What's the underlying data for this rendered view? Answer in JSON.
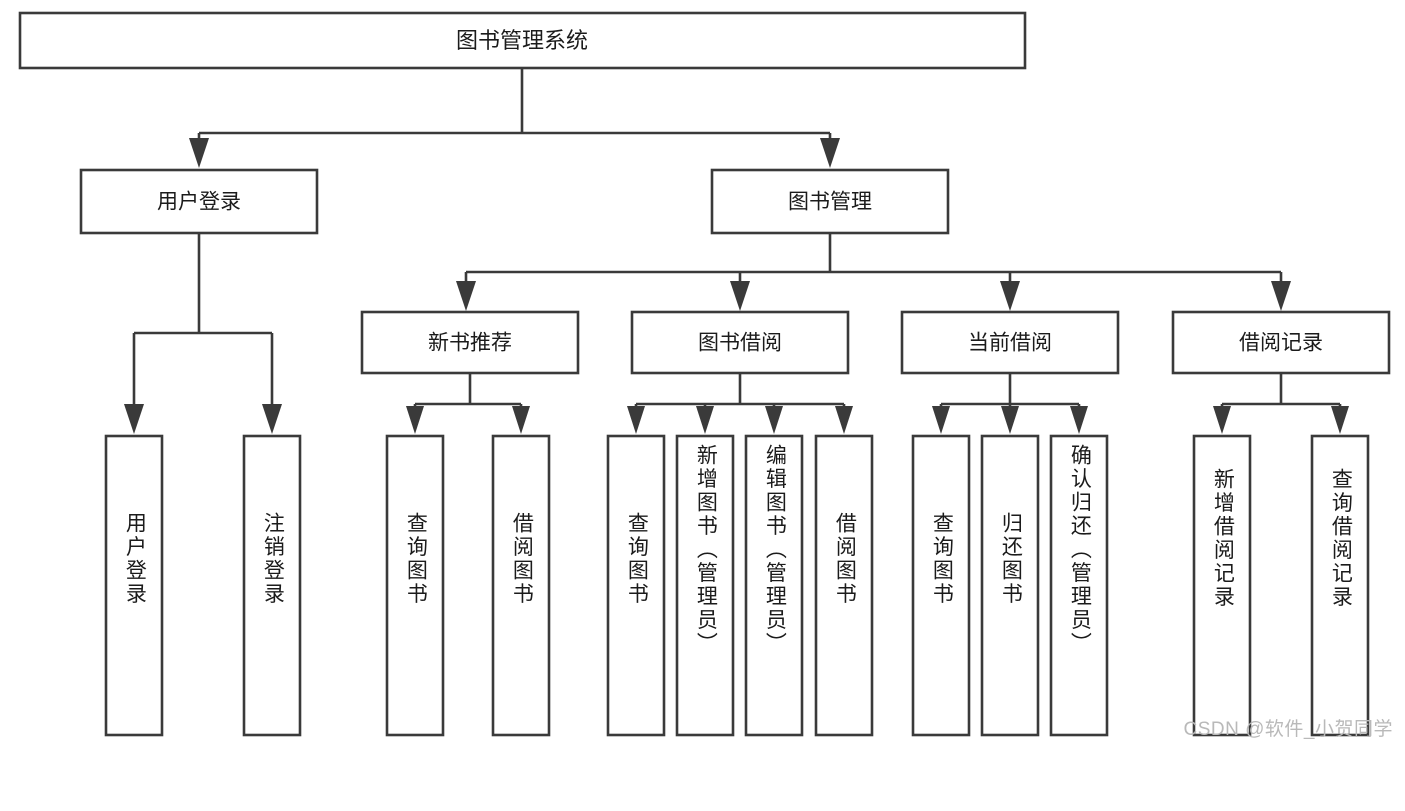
{
  "diagram": {
    "type": "tree-flowchart",
    "title": "图书管理系统",
    "root": {
      "id": "root",
      "label": "图书管理系统",
      "orientation": "horizontal"
    },
    "level1": [
      {
        "id": "user-login",
        "label": "用户登录",
        "orientation": "horizontal"
      },
      {
        "id": "book-management",
        "label": "图书管理",
        "orientation": "horizontal"
      }
    ],
    "level2": [
      {
        "id": "new-book-recommend",
        "label": "新书推荐",
        "parent": "book-management",
        "orientation": "horizontal"
      },
      {
        "id": "book-borrow",
        "label": "图书借阅",
        "parent": "book-management",
        "orientation": "horizontal"
      },
      {
        "id": "current-borrow",
        "label": "当前借阅",
        "parent": "book-management",
        "orientation": "horizontal"
      },
      {
        "id": "borrow-record",
        "label": "借阅记录",
        "parent": "book-management",
        "orientation": "horizontal"
      }
    ],
    "leaves": [
      {
        "id": "leaf-user-login",
        "label": "用户登录",
        "parent": "user-login",
        "orientation": "vertical"
      },
      {
        "id": "leaf-user-logout",
        "label": "注销登录",
        "parent": "user-login",
        "orientation": "vertical"
      },
      {
        "id": "leaf-query-book-1",
        "label": "查询图书",
        "parent": "new-book-recommend",
        "orientation": "vertical"
      },
      {
        "id": "leaf-borrow-book-1",
        "label": "借阅图书",
        "parent": "new-book-recommend",
        "orientation": "vertical"
      },
      {
        "id": "leaf-query-book-2",
        "label": "查询图书",
        "parent": "book-borrow",
        "orientation": "vertical"
      },
      {
        "id": "leaf-add-book",
        "label": "新增图书（管理员）",
        "parent": "book-borrow",
        "orientation": "vertical"
      },
      {
        "id": "leaf-edit-book",
        "label": "编辑图书（管理员）",
        "parent": "book-borrow",
        "orientation": "vertical"
      },
      {
        "id": "leaf-borrow-book-2",
        "label": "借阅图书",
        "parent": "book-borrow",
        "orientation": "vertical"
      },
      {
        "id": "leaf-query-book-3",
        "label": "查询图书",
        "parent": "current-borrow",
        "orientation": "vertical"
      },
      {
        "id": "leaf-return-book",
        "label": "归还图书",
        "parent": "current-borrow",
        "orientation": "vertical"
      },
      {
        "id": "leaf-confirm-return",
        "label": "确认归还（管理员）",
        "parent": "current-borrow",
        "orientation": "vertical"
      },
      {
        "id": "leaf-add-record",
        "label": "新增借阅记录",
        "parent": "borrow-record",
        "orientation": "vertical"
      },
      {
        "id": "leaf-query-record",
        "label": "查询借阅记录",
        "parent": "borrow-record",
        "orientation": "vertical"
      }
    ],
    "colors": {
      "stroke": "#3a3a3a",
      "fill": "#ffffff",
      "text": "#1b1b1b",
      "watermark": "#b9b9b9"
    }
  },
  "watermark": {
    "text": "CSDN @软件_小贺同学"
  }
}
